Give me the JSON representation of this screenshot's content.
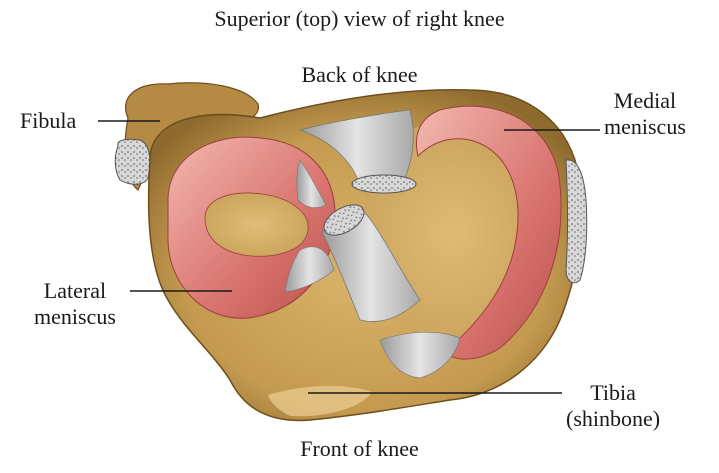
{
  "title": "Superior (top) view of right knee",
  "labels": {
    "back": "Back of knee",
    "front": "Front of knee",
    "fibula": "Fibula",
    "medial_line1": "Medial",
    "medial_line2": "meniscus",
    "lateral_line1": "Lateral",
    "lateral_line2": "meniscus",
    "tibia_line1": "Tibia",
    "tibia_line2": "(shinbone)"
  },
  "colors": {
    "bone": "#c9a25a",
    "bone_dark": "#8a6428",
    "meniscus": "#d9736e",
    "meniscus_light": "#f0b4ad",
    "ligament": "#c8c8c8",
    "leader": "#1a1a1a"
  }
}
